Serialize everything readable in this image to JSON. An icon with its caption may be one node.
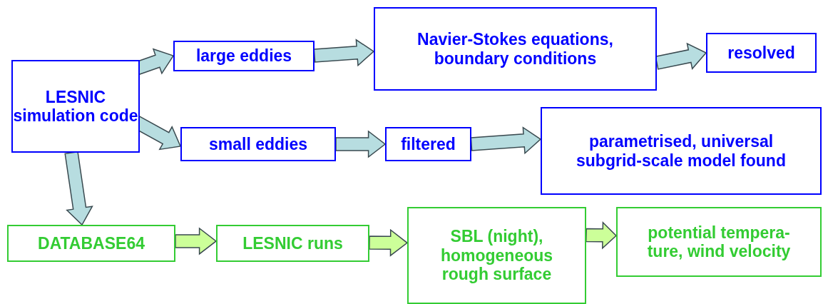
{
  "diagram": {
    "nodes": [
      {
        "text": [
          "LESNIC simulation code"
        ]
      },
      {
        "text": [
          "large eddies"
        ]
      },
      {
        "text": [
          "Navier-Stokes equations, boundary conditions"
        ]
      },
      {
        "text": [
          "resolved"
        ]
      },
      {
        "text": [
          "small eddies"
        ]
      },
      {
        "text": [
          "filtered"
        ]
      },
      {
        "text": [
          "parametrised, universal subgrid-scale model found"
        ]
      },
      {
        "text": [
          "DATABASE64"
        ]
      },
      {
        "text": [
          "LESNIC runs"
        ]
      },
      {
        "text": [
          "SBL (night), homogeneous rough surface"
        ]
      },
      {
        "text": [
          "potential tempera- ture, wind velocity"
        ]
      }
    ],
    "edges": [
      {
        "from": 0,
        "to": 1,
        "arrow": "to",
        "style": "thick"
      },
      {
        "from": 1,
        "to": 2,
        "arrow": "to",
        "style": "thick"
      },
      {
        "from": 2,
        "to": 3,
        "arrow": "to",
        "style": "thick"
      },
      {
        "from": 0,
        "to": 4,
        "arrow": "to",
        "style": "thick"
      },
      {
        "from": 4,
        "to": 5,
        "arrow": "to",
        "style": "thick"
      },
      {
        "from": 5,
        "to": 6,
        "arrow": "to",
        "style": "thick"
      },
      {
        "from": 0,
        "to": 7,
        "arrow": "to",
        "style": "thick"
      },
      {
        "from": 7,
        "to": 8,
        "arrow": "to",
        "style": "thick",
        "color": "#ccff99"
      },
      {
        "from": 8,
        "to": 9,
        "arrow": "to",
        "style": "thick",
        "color": "#ccff99"
      },
      {
        "from": 9,
        "to": 10,
        "arrow": "to",
        "style": "thick",
        "color": "#ccff99"
      }
    ]
  }
}
